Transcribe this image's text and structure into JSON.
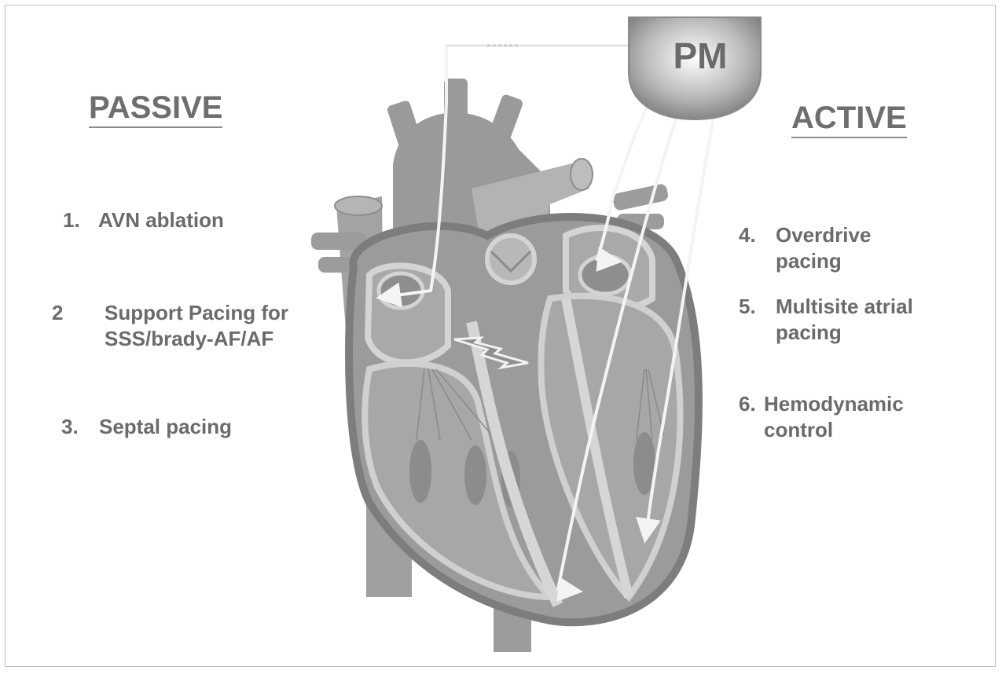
{
  "pacemaker": {
    "label": "PM"
  },
  "passive": {
    "heading": "PASSIVE",
    "items": [
      {
        "num": "1.",
        "lines": [
          "AVN ablation"
        ]
      },
      {
        "num": "2",
        "lines": [
          "Support Pacing for",
          "SSS/brady-AF/AF"
        ]
      },
      {
        "num": "3.",
        "lines": [
          "Septal pacing"
        ]
      }
    ]
  },
  "active": {
    "heading": "ACTIVE",
    "items": [
      {
        "num": "4.",
        "lines": [
          "Overdrive",
          "pacing"
        ]
      },
      {
        "num": "5.",
        "lines": [
          "Multisite atrial",
          "pacing"
        ]
      },
      {
        "num": "6.",
        "lines": [
          "Hemodynamic",
          "control"
        ]
      }
    ]
  },
  "colors": {
    "text": "#6b6b6b",
    "heart_fill": "#9a9a9a",
    "heart_light": "#c4c4c4",
    "lead_wire": "#f4f4f4",
    "pm_gradient": [
      "#ffffff",
      "#7c7c7c"
    ]
  }
}
